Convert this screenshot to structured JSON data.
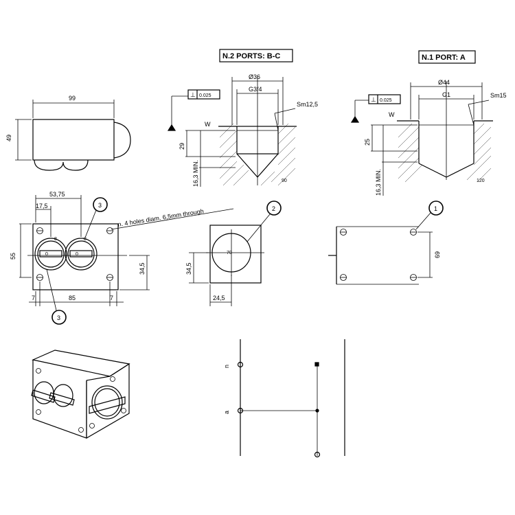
{
  "headers": {
    "ports_bc": "N.2 PORTS: B-C",
    "port_a": "N.1 PORT: A"
  },
  "front_view": {
    "width": "99",
    "height": "49"
  },
  "top_view": {
    "d1": "53,75",
    "d2": "17,5",
    "d3": "55",
    "d4": "34,5",
    "d5": "7",
    "d6": "85",
    "d7": "7",
    "note": "n. 4 holes diam. 6,5mm through",
    "callout_top": "3",
    "callout_bottom": "3",
    "knob_label": "0",
    "knob_small": "8"
  },
  "port_bc": {
    "dia_outer": "Ø36",
    "thread": "G3/4",
    "flat": "0.025",
    "depth": "29",
    "min_depth": "16,3 MIN.",
    "roughness": "Sm12,5",
    "v_mark": "W",
    "angle": "90",
    "perp": "⊥"
  },
  "port_a": {
    "dia_outer": "Ø44",
    "thread": "G1",
    "flat": "0.025",
    "depth": "25",
    "min_depth": "16,3 MIN.",
    "roughness": "Sm15",
    "v_mark": "W",
    "angle": "120",
    "perp": "⊥"
  },
  "mid_view": {
    "d_vert": "34,5",
    "d_horiz": "24,5",
    "callout": "2",
    "knob_label": "70"
  },
  "right_view": {
    "d_vert": "69",
    "callout": "1"
  },
  "schematic": {
    "label_top": "n",
    "label_mid": "a"
  }
}
